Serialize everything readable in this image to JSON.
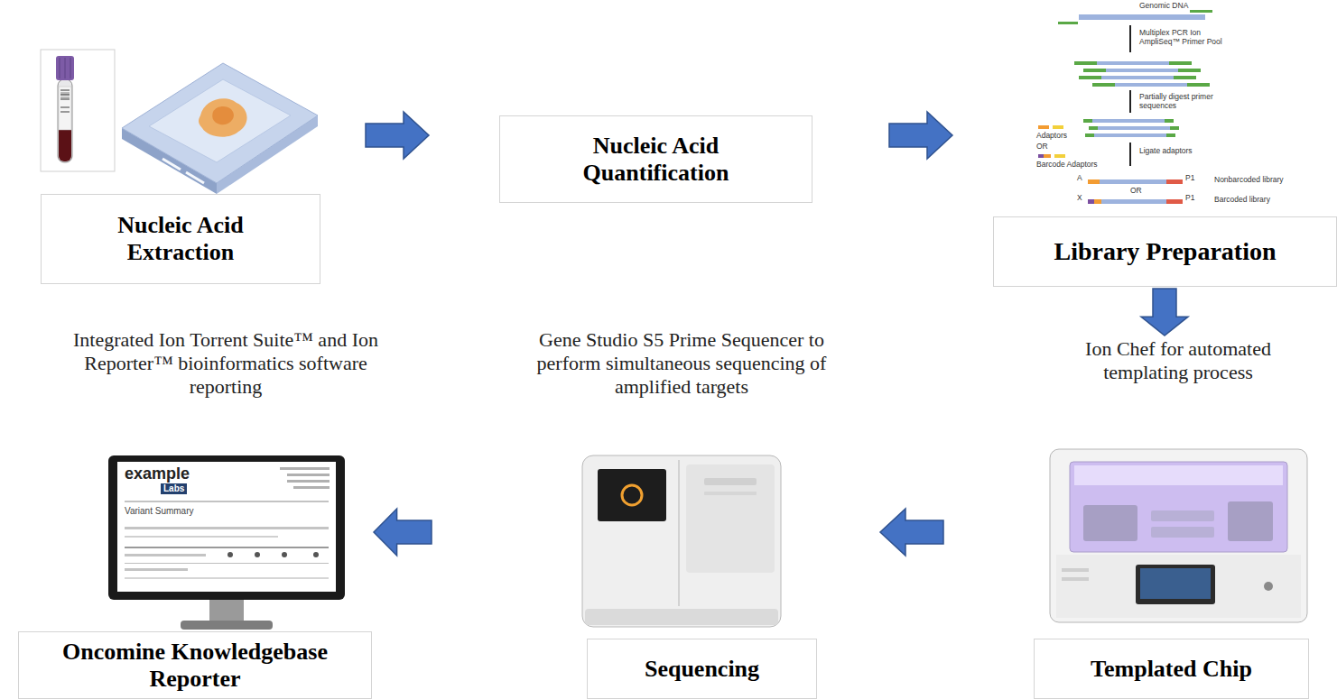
{
  "diagram": {
    "nodes": [
      {
        "text": [
          "Nucleic Acid Extraction"
        ]
      },
      {
        "text": [
          "Nucleic Acid Quantification"
        ]
      },
      {
        "text": [
          "Library Preparation"
        ]
      },
      {
        "text": [
          "Templated Chip"
        ]
      },
      {
        "text": [
          "Sequencing"
        ]
      },
      {
        "text": [
          "Oncomine Knowledgebase Reporter"
        ]
      }
    ],
    "edges": [
      {
        "from": 0,
        "to": 1,
        "arrow": "to"
      },
      {
        "from": 1,
        "to": 2,
        "arrow": "to"
      },
      {
        "from": 2,
        "to": 3,
        "arrow": "to"
      },
      {
        "from": 3,
        "to": 4,
        "arrow": "to"
      },
      {
        "from": 4,
        "to": 5,
        "arrow": "to"
      }
    ],
    "labels": [
      "Genomic DNA",
      "Multiplex PCR Ion AmpliSeq™ Primer Pool",
      "Partially digest primer sequences",
      "Adaptors",
      "OR",
      "Barcode Adaptors",
      "Ligate adaptors",
      "A",
      "P1",
      "Nonbarcoded library",
      "OR",
      "X",
      "P1",
      "Barcoded library",
      "Integrated Ion Torrent Suite™ and Ion Reporter™ bioinformatics software reporting",
      "Gene Studio S5 Prime Sequencer to perform simultaneous sequencing of amplified targets",
      "Ion Chef for automated templating process",
      "example",
      "Labs",
      "Variant Summary"
    ]
  }
}
